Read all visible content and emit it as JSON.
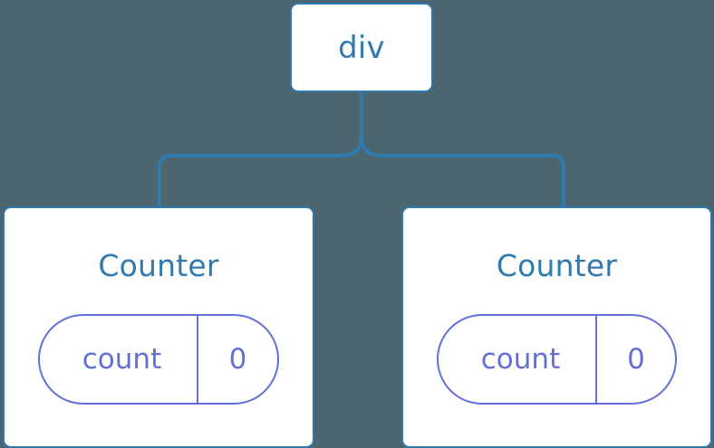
{
  "diagram": {
    "type": "component-tree",
    "background_color": "#4c6670",
    "node_border_color": "#2f7aae",
    "node_fill_color": "#ffffff",
    "node_label_color": "#2f7aae",
    "connector_color": "#2f7aae",
    "state_pill_color": "#6370d8",
    "root": {
      "label": "div"
    },
    "children": [
      {
        "label": "Counter",
        "state": {
          "key": "count",
          "value": "0"
        }
      },
      {
        "label": "Counter",
        "state": {
          "key": "count",
          "value": "0"
        }
      }
    ]
  }
}
